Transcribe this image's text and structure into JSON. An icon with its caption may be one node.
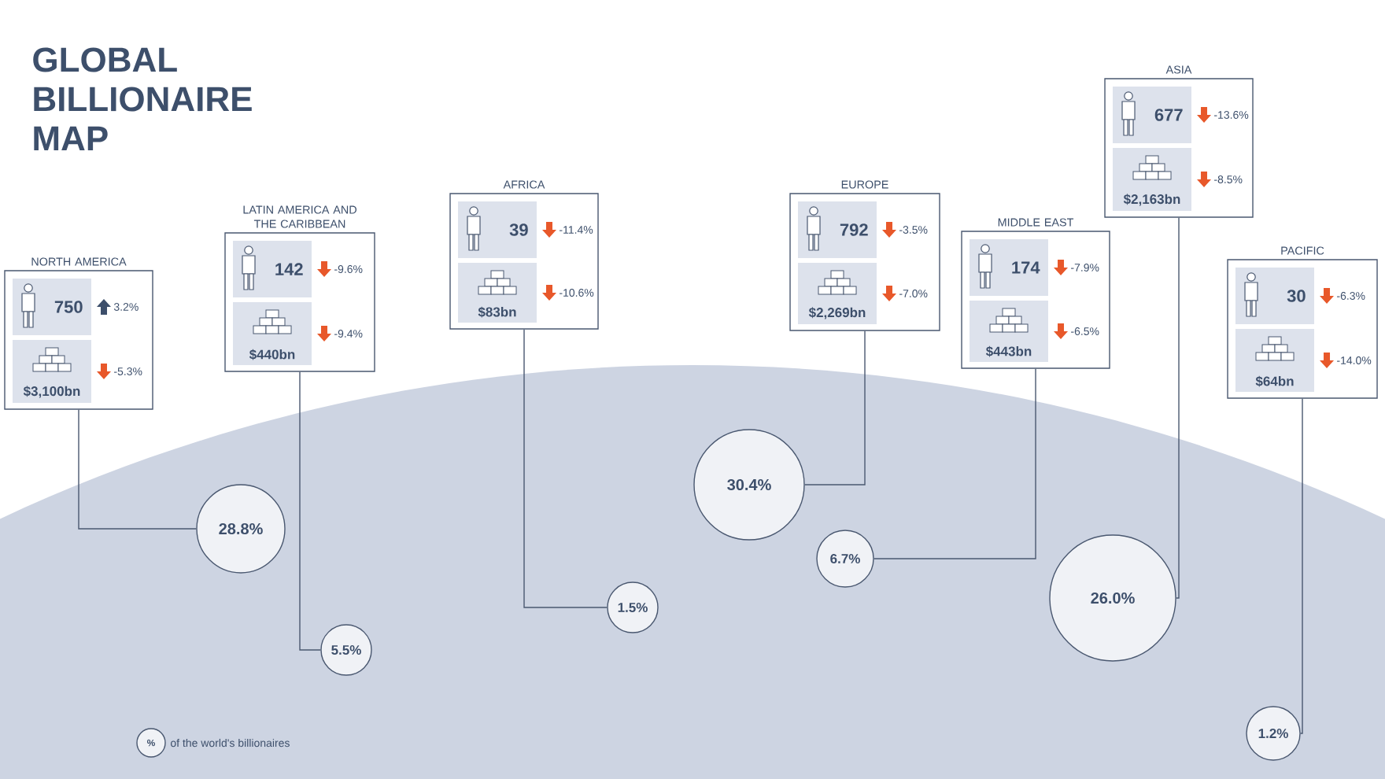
{
  "diagram": {
    "title": "GLOBAL BILLIONAIRE MAP",
    "nodes": [
      {
        "text": [
          "NORTH AMERICA"
        ]
      },
      {
        "text": [
          "750"
        ],
        "in": 0,
        "beside": [
          "3.2%"
        ]
      },
      {
        "text": [
          "$3,100bn"
        ],
        "in": 0,
        "beside": [
          "-5.3%"
        ]
      },
      {
        "text": [
          "LATIN AMERICA AND THE CARIBBEAN"
        ]
      },
      {
        "text": [
          "142"
        ],
        "in": 3,
        "beside": [
          "-9.6%"
        ]
      },
      {
        "text": [
          "$440bn"
        ],
        "in": 3,
        "beside": [
          "-9.4%"
        ]
      },
      {
        "text": [
          "AFRICA"
        ]
      },
      {
        "text": [
          "39"
        ],
        "in": 6,
        "beside": [
          "-11.4%"
        ]
      },
      {
        "text": [
          "$83bn"
        ],
        "in": 6,
        "beside": [
          "-10.6%"
        ]
      },
      {
        "text": [
          "EUROPE"
        ]
      },
      {
        "text": [
          "792"
        ],
        "in": 9,
        "beside": [
          "-3.5%"
        ]
      },
      {
        "text": [
          "$2,269bn"
        ],
        "in": 9,
        "beside": [
          "-7.0%"
        ]
      },
      {
        "text": [
          "MIDDLE EAST"
        ]
      },
      {
        "text": [
          "174"
        ],
        "in": 12,
        "beside": [
          "-7.9%"
        ]
      },
      {
        "text": [
          "$443bn"
        ],
        "in": 12,
        "beside": [
          "-6.5%"
        ]
      },
      {
        "text": [
          "ASIA"
        ]
      },
      {
        "text": [
          "677"
        ],
        "in": 15,
        "beside": [
          "-13.6%"
        ]
      },
      {
        "text": [
          "$2,163bn"
        ],
        "in": 15,
        "beside": [
          "-8.5%"
        ]
      },
      {
        "text": [
          "PACIFIC"
        ]
      },
      {
        "text": [
          "30"
        ],
        "in": 18,
        "beside": [
          "-6.3%"
        ]
      },
      {
        "text": [
          "$64bn"
        ],
        "in": 18,
        "beside": [
          "-14.0%"
        ]
      },
      {
        "text": [
          "28.8%"
        ]
      },
      {
        "text": [
          "5.5%"
        ]
      },
      {
        "text": [
          "1.5%"
        ]
      },
      {
        "text": [
          "30.4%"
        ]
      },
      {
        "text": [
          "6.7%"
        ]
      },
      {
        "text": [
          "26.0%"
        ]
      },
      {
        "text": [
          "1.2%"
        ]
      },
      {
        "text": [
          "%"
        ],
        "beside": [
          "of the world's billionaires"
        ]
      }
    ],
    "edges": [
      {
        "from": 0,
        "to": 21,
        "arrow": "none"
      },
      {
        "from": 3,
        "to": 22,
        "arrow": "none"
      },
      {
        "from": 6,
        "to": 23,
        "arrow": "none"
      },
      {
        "from": 9,
        "to": 24,
        "arrow": "none"
      },
      {
        "from": 12,
        "to": 25,
        "arrow": "none"
      },
      {
        "from": 15,
        "to": 26,
        "arrow": "none"
      },
      {
        "from": 18,
        "to": 27,
        "arrow": "none"
      }
    ]
  }
}
